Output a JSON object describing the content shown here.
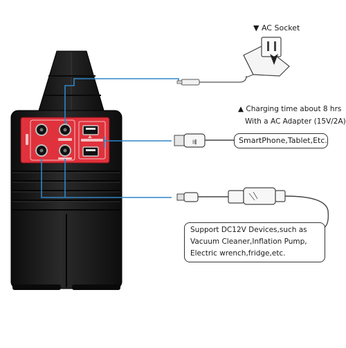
{
  "ac_socket": {
    "marker": "▼",
    "label": "AC Socket"
  },
  "charging": {
    "marker": "▲",
    "line1": "Charging time about 8 hrs",
    "line2": "With a AC Adapter (15V/2A)"
  },
  "usb_box": {
    "text": "SmartPhone,Tablet,Etc."
  },
  "dc_box": {
    "line1": "Support DC12V Devices,such as",
    "line2": "Vacuum Cleaner,Inflation Pump,",
    "line3": "Electric wrench,fridge,etc."
  },
  "colors": {
    "connector": "#2e86c9",
    "panel": "#e0323c",
    "body": "#1c1c1c",
    "handle": "#141414"
  },
  "icons": [
    "ac-plug-icon",
    "dc-barrel-plug-icon",
    "usb-plug-icon",
    "usb-symbol-icon",
    "cigarette-lighter-socket-icon"
  ]
}
